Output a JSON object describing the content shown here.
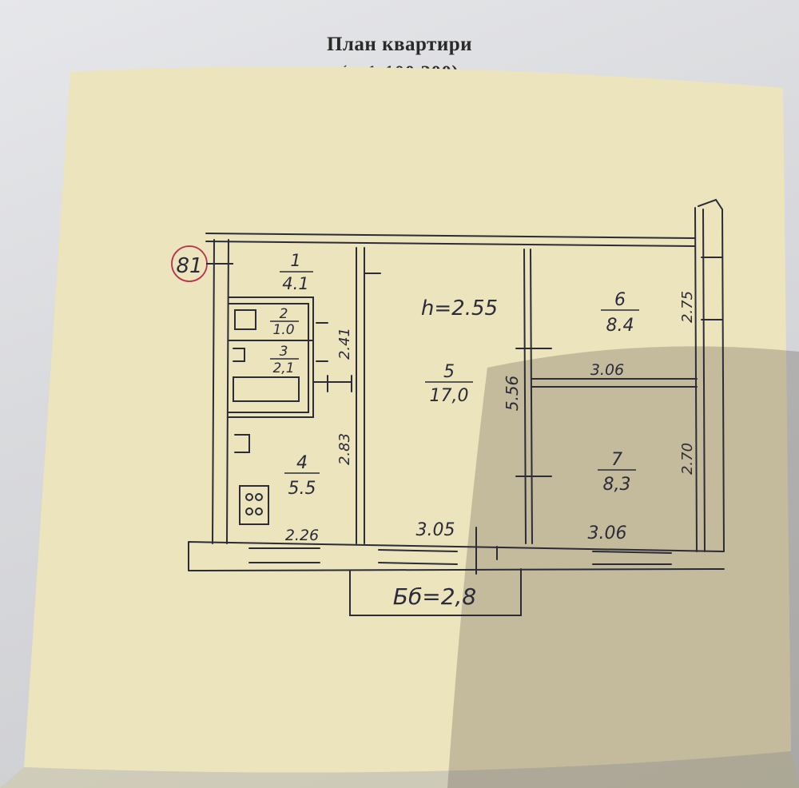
{
  "header": {
    "title": "План квартири",
    "scale_prefix": "(м 1:100.",
    "scale_struck": "200",
    "scale_suffix": ")"
  },
  "plan": {
    "apartment_number": "81",
    "ceiling_height": "h=2.55",
    "balcony": "Бб=2,8",
    "rooms": [
      {
        "num": "1",
        "area": "4.1"
      },
      {
        "num": "2",
        "area": "1.0"
      },
      {
        "num": "3",
        "area": "2,1"
      },
      {
        "num": "4",
        "area": "5.5"
      },
      {
        "num": "5",
        "area": "17,0"
      },
      {
        "num": "6",
        "area": "8.4"
      },
      {
        "num": "7",
        "area": "8,3"
      }
    ],
    "dimensions": {
      "d_2_41": "2.41",
      "d_2_83": "2.83",
      "d_5_56": "5.56",
      "d_2_75": "2.75",
      "d_2_70": "2.70",
      "d_3_06_mid": "3.06",
      "d_2_26": "2.26",
      "d_3_05": "3.05",
      "d_3_06_bottom": "3.06"
    }
  }
}
